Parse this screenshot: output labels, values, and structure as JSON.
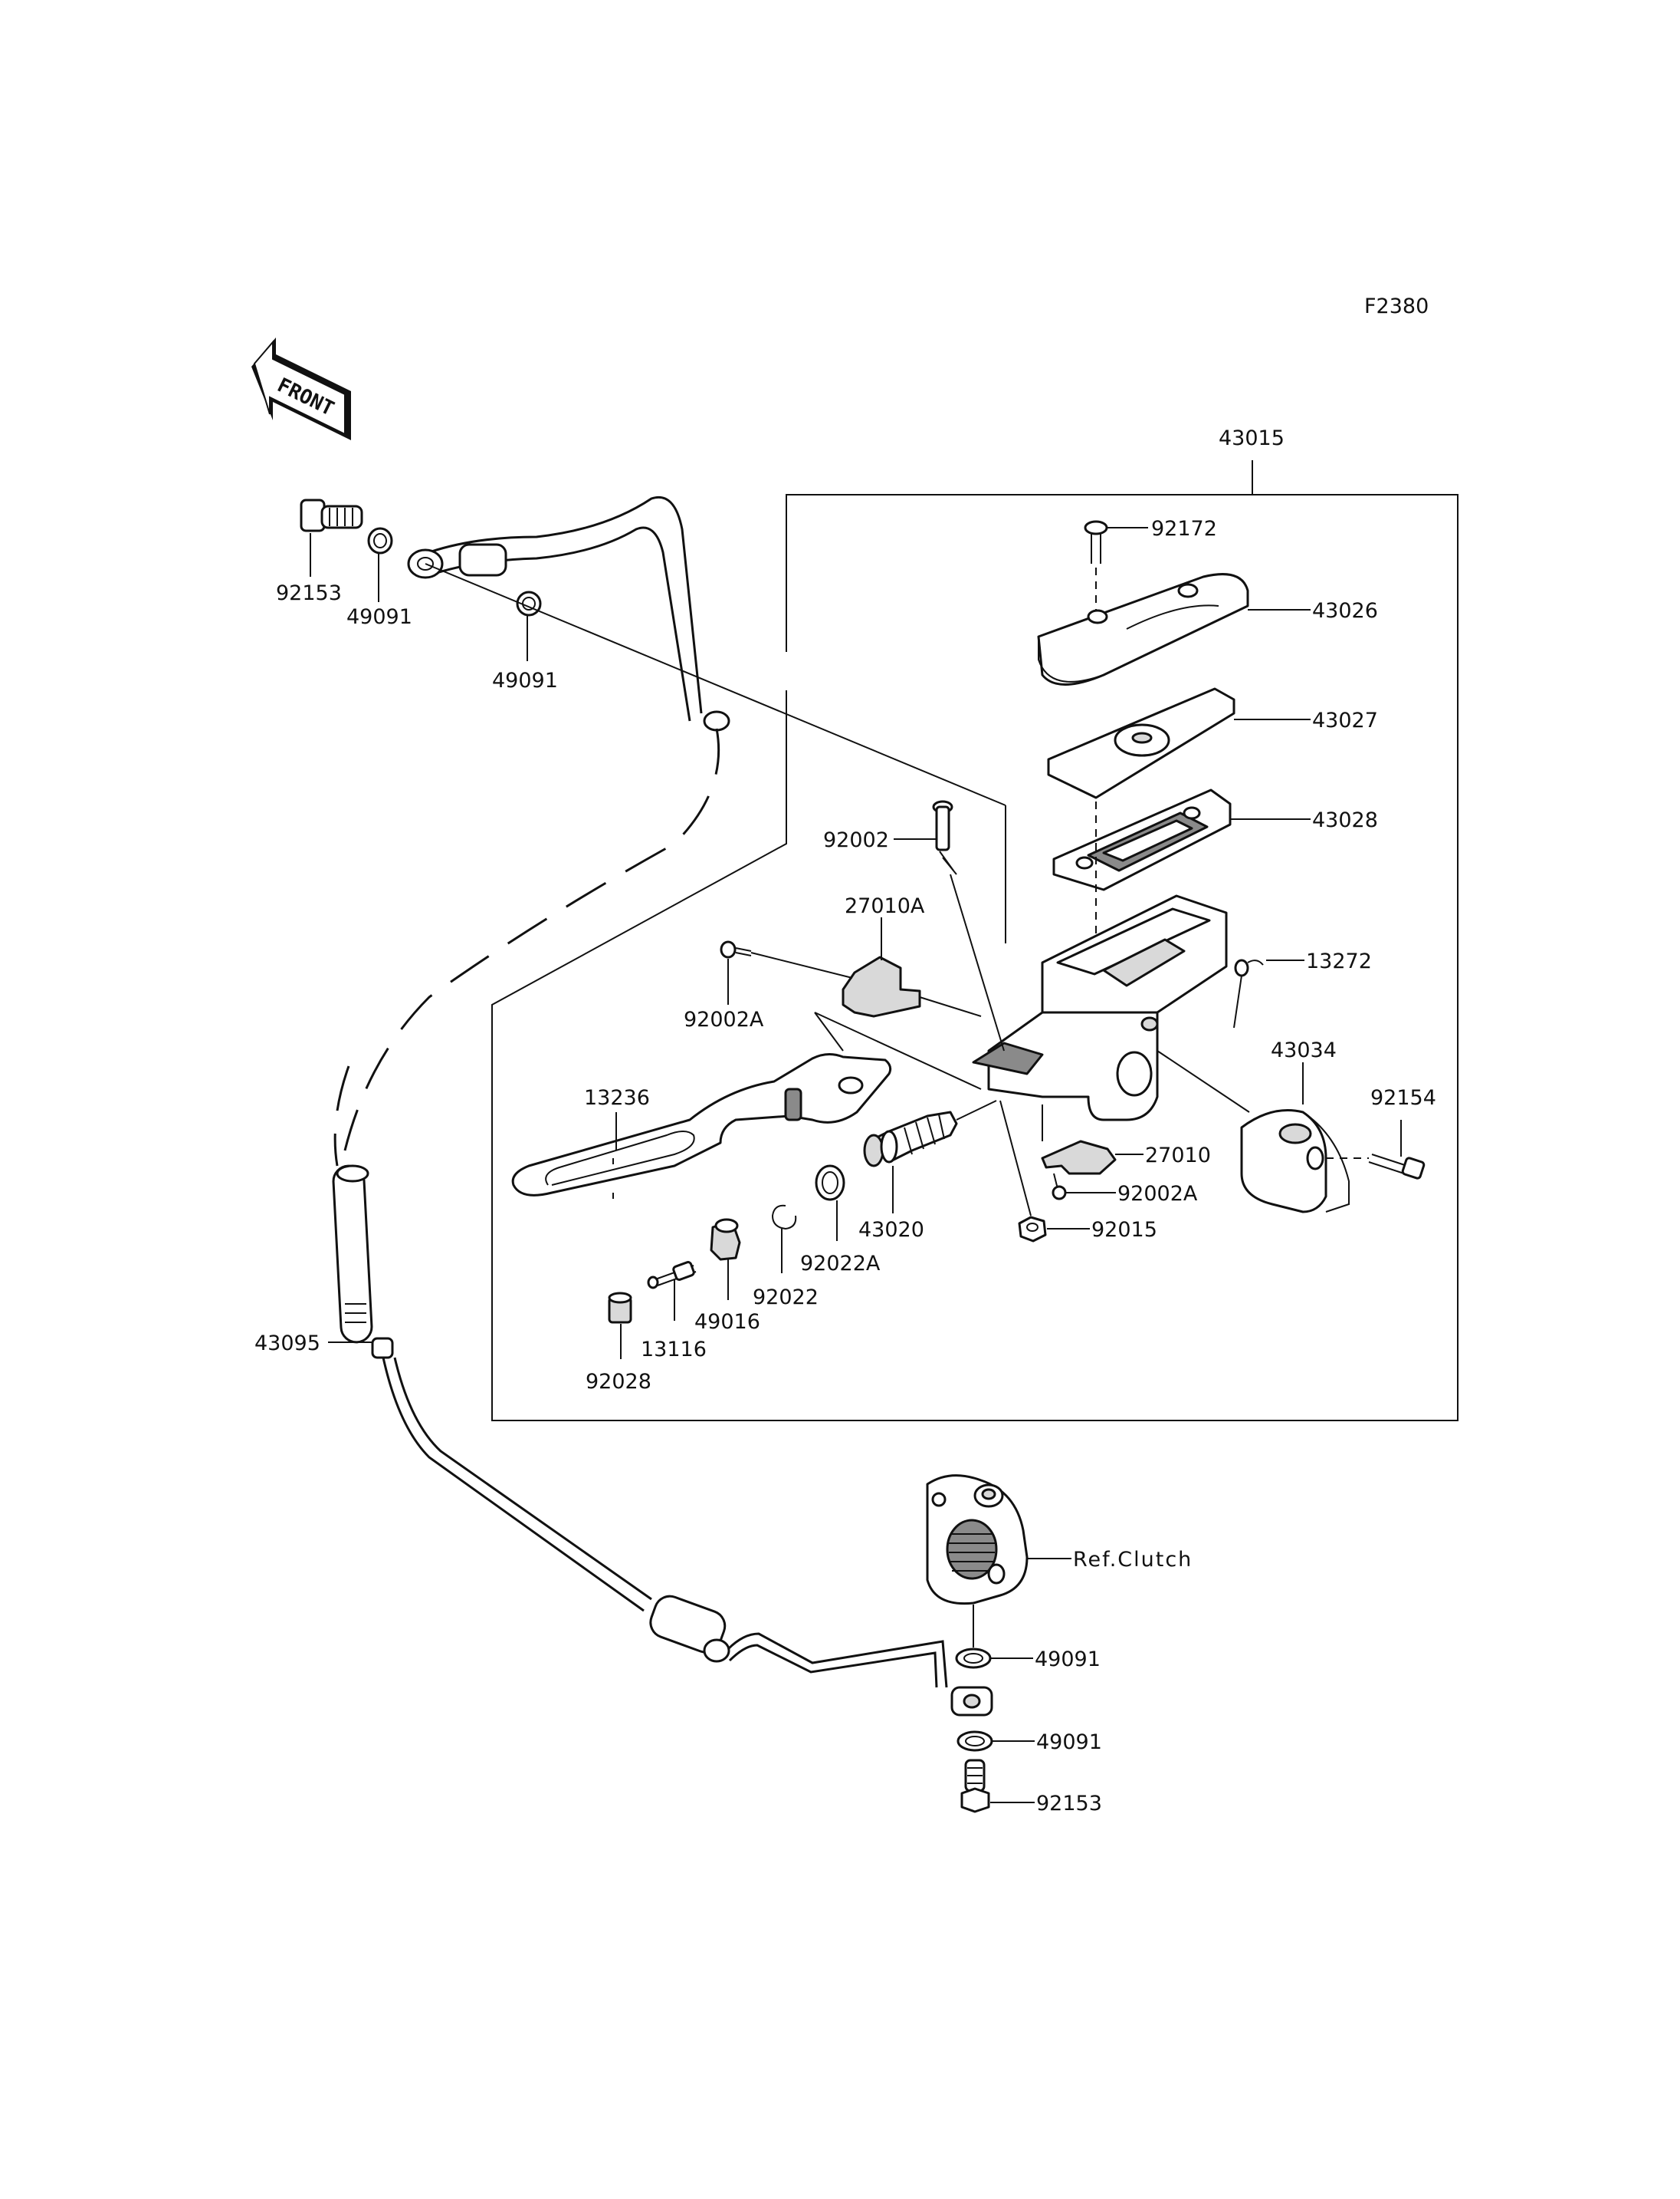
{
  "figure_code": "F2380",
  "front_arrow": {
    "text": "FRONT",
    "icon": "front-direction-arrow-icon"
  },
  "assembly": {
    "part": "43015"
  },
  "parts": {
    "bolt_top": "92153",
    "washer_top_a": "49091",
    "washer_top_b": "49091",
    "screw_cap": "92172",
    "cap": "43026",
    "plate": "43027",
    "diaphragm": "43028",
    "pivot_bolt": "92002",
    "bracket_a": "27010A",
    "screw_a": "92002A",
    "cap_nut": "13272",
    "holder": "43034",
    "holder_bolt": "92154",
    "lever": "13236",
    "switch": "27010",
    "screw_b": "92002A",
    "nut": "92015",
    "piston": "43020",
    "circlip_a": "92022A",
    "circlip": "92022",
    "boot": "49016",
    "push_rod": "13116",
    "collar": "92028",
    "hose": "43095",
    "washer_bottom_a": "49091",
    "washer_bottom_b": "49091",
    "bolt_bottom": "92153"
  },
  "reference": {
    "label": "Ref.Clutch"
  }
}
